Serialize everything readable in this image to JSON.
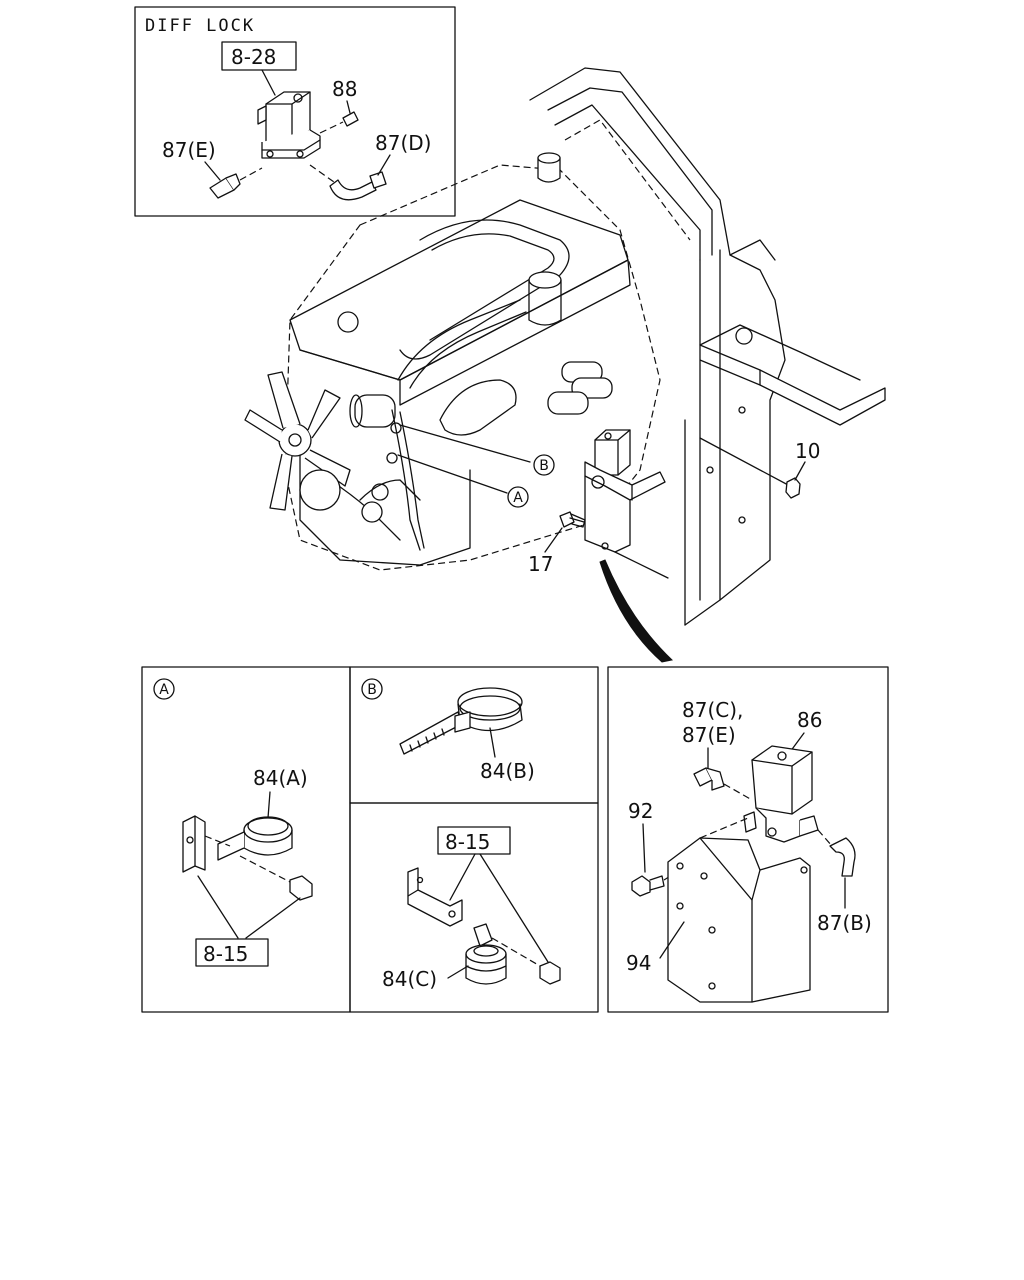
{
  "inset": {
    "title": "DIFF LOCK",
    "ref": "8-28"
  },
  "labels": {
    "p88": "88",
    "p87e_top": "87(E)",
    "p87d": "87(D)",
    "p10": "10",
    "p17": "17",
    "callout_a": "A",
    "callout_b": "B"
  },
  "panel_a": {
    "letter": "A",
    "part": "84(A)",
    "ref": "8-15"
  },
  "panel_b": {
    "letter": "B",
    "part": "84(B)"
  },
  "panel_c": {
    "ref": "8-15",
    "part": "84(C)"
  },
  "panel_d": {
    "p87c": "87(C),",
    "p87e": "87(E)",
    "p86": "86",
    "p92": "92",
    "p87b": "87(B)",
    "p94": "94"
  }
}
